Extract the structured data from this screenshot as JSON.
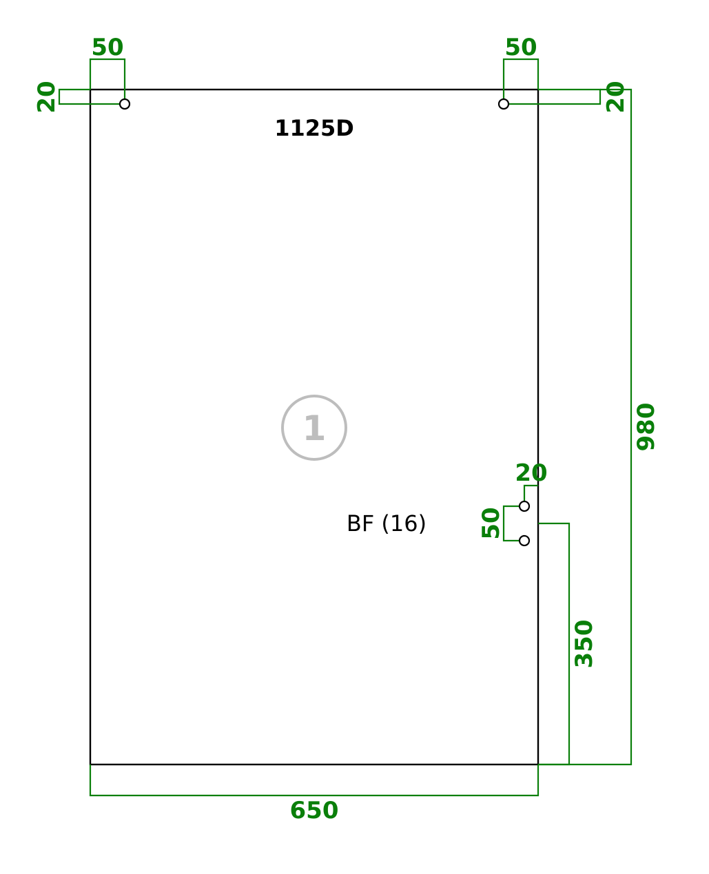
{
  "panel": {
    "code": "1125D",
    "material": "BF (16)",
    "number": "1",
    "width": "650",
    "height": "980"
  },
  "holes": {
    "top_left": {
      "from_left": "50",
      "from_top": "20"
    },
    "top_right": {
      "from_right": "50",
      "from_top": "20"
    },
    "side": {
      "from_edge": "20",
      "spacing": "50",
      "from_bottom": "350"
    }
  },
  "colors": {
    "dimension": "#0a7f0a",
    "outline": "#000000",
    "part_number": "#bdbdbd"
  }
}
